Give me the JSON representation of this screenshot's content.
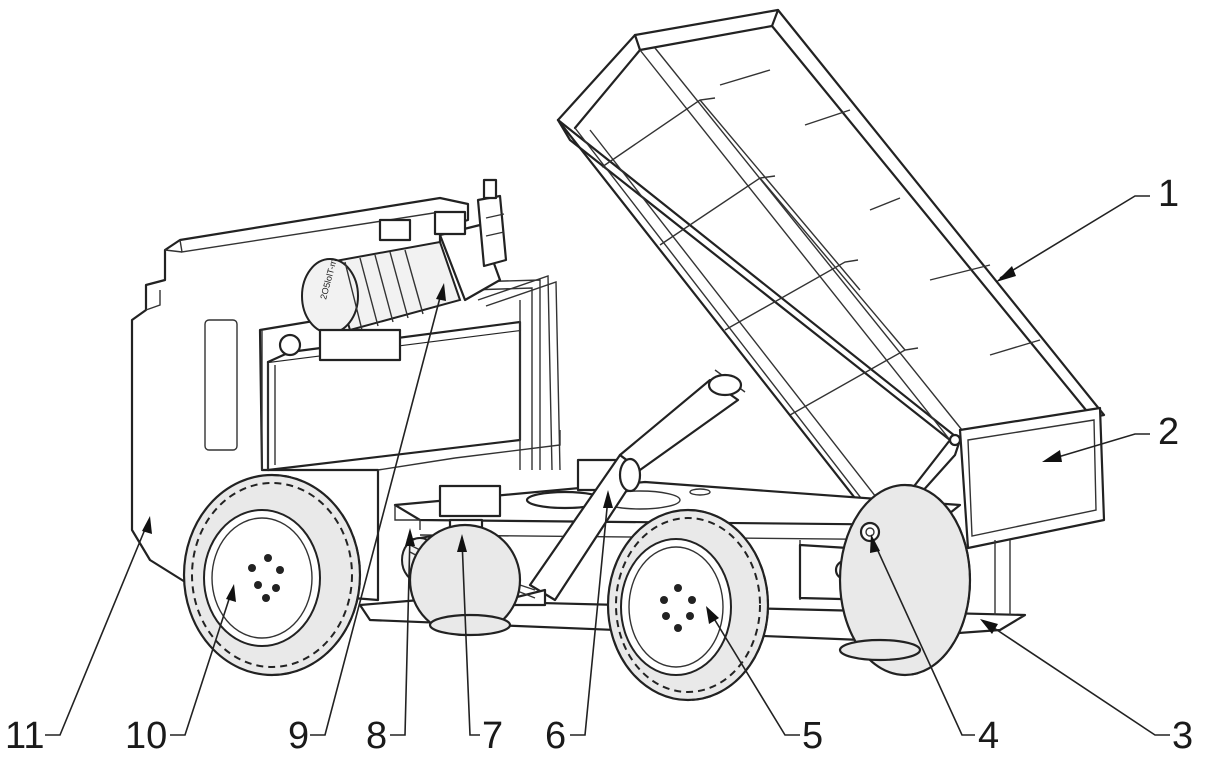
{
  "callouts": [
    {
      "id": "1",
      "text": "1",
      "part": "dump-bed"
    },
    {
      "id": "2",
      "text": "2",
      "part": "tailgate"
    },
    {
      "id": "3",
      "text": "3",
      "part": "chassis-frame"
    },
    {
      "id": "4",
      "text": "4",
      "part": "hinge-pivot"
    },
    {
      "id": "5",
      "text": "5",
      "part": "rear-wheel"
    },
    {
      "id": "6",
      "text": "6",
      "part": "hydraulic-cylinder"
    },
    {
      "id": "7",
      "text": "7",
      "part": "drive-motor"
    },
    {
      "id": "8",
      "text": "8",
      "part": "hydraulic-hose"
    },
    {
      "id": "9",
      "text": "9",
      "part": "hydraulic-pump-motor"
    },
    {
      "id": "10",
      "text": "10",
      "part": "front-wheel"
    },
    {
      "id": "11",
      "text": "11",
      "part": "cab-body"
    }
  ],
  "motor_text": "2O5lolT-m"
}
